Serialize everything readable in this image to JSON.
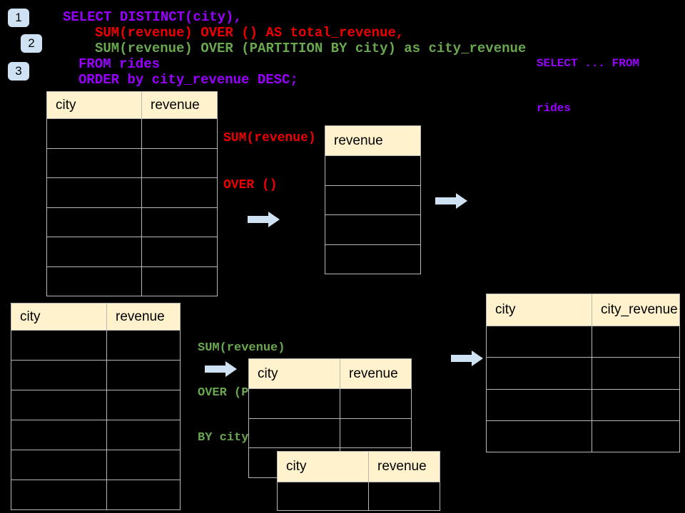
{
  "colors": {
    "bg": "#000000",
    "purple": "#9900ff",
    "red": "#ee0000",
    "green": "#6aa84f",
    "tableHeaderBg": "#fff2cc",
    "tableBorder": "#b7b7b7",
    "arrowBlue": "#cfe2f3",
    "badgeBlue": "#cfe2f3"
  },
  "badges": {
    "step1": "1",
    "step2": "2",
    "step3": "3"
  },
  "sql": {
    "line1": "SELECT DISTINCT(city),",
    "line2": "SUM(revenue) OVER () AS total_revenue,",
    "line3": "SUM(revenue) OVER (PARTITION BY city) as city_revenue",
    "line4": "FROM rides",
    "line5": "ORDER by city_revenue DESC;"
  },
  "side_note": {
    "line1": "SELECT ... FROM",
    "line2": "rides"
  },
  "annotations": {
    "total_revenue": {
      "line1": "SUM(revenue)",
      "line2": "OVER ()"
    },
    "partition": {
      "line1": "SUM(revenue)",
      "line2": "OVER (PARTITION",
      "line3": "BY city)"
    }
  },
  "tables": {
    "source": {
      "headers": [
        "city",
        "revenue"
      ],
      "empty_rows": 6
    },
    "total": {
      "headers": [
        "revenue"
      ],
      "empty_rows": 4
    },
    "partition_source": {
      "headers": [
        "city",
        "revenue"
      ],
      "empty_rows": 6
    },
    "partition_group1": {
      "headers": [
        "city",
        "revenue"
      ],
      "empty_rows": 3
    },
    "partition_group2": {
      "headers": [
        "city",
        "revenue"
      ],
      "empty_rows": 1
    },
    "result": {
      "headers": [
        "city",
        "city_revenue"
      ],
      "empty_rows": 4
    }
  }
}
